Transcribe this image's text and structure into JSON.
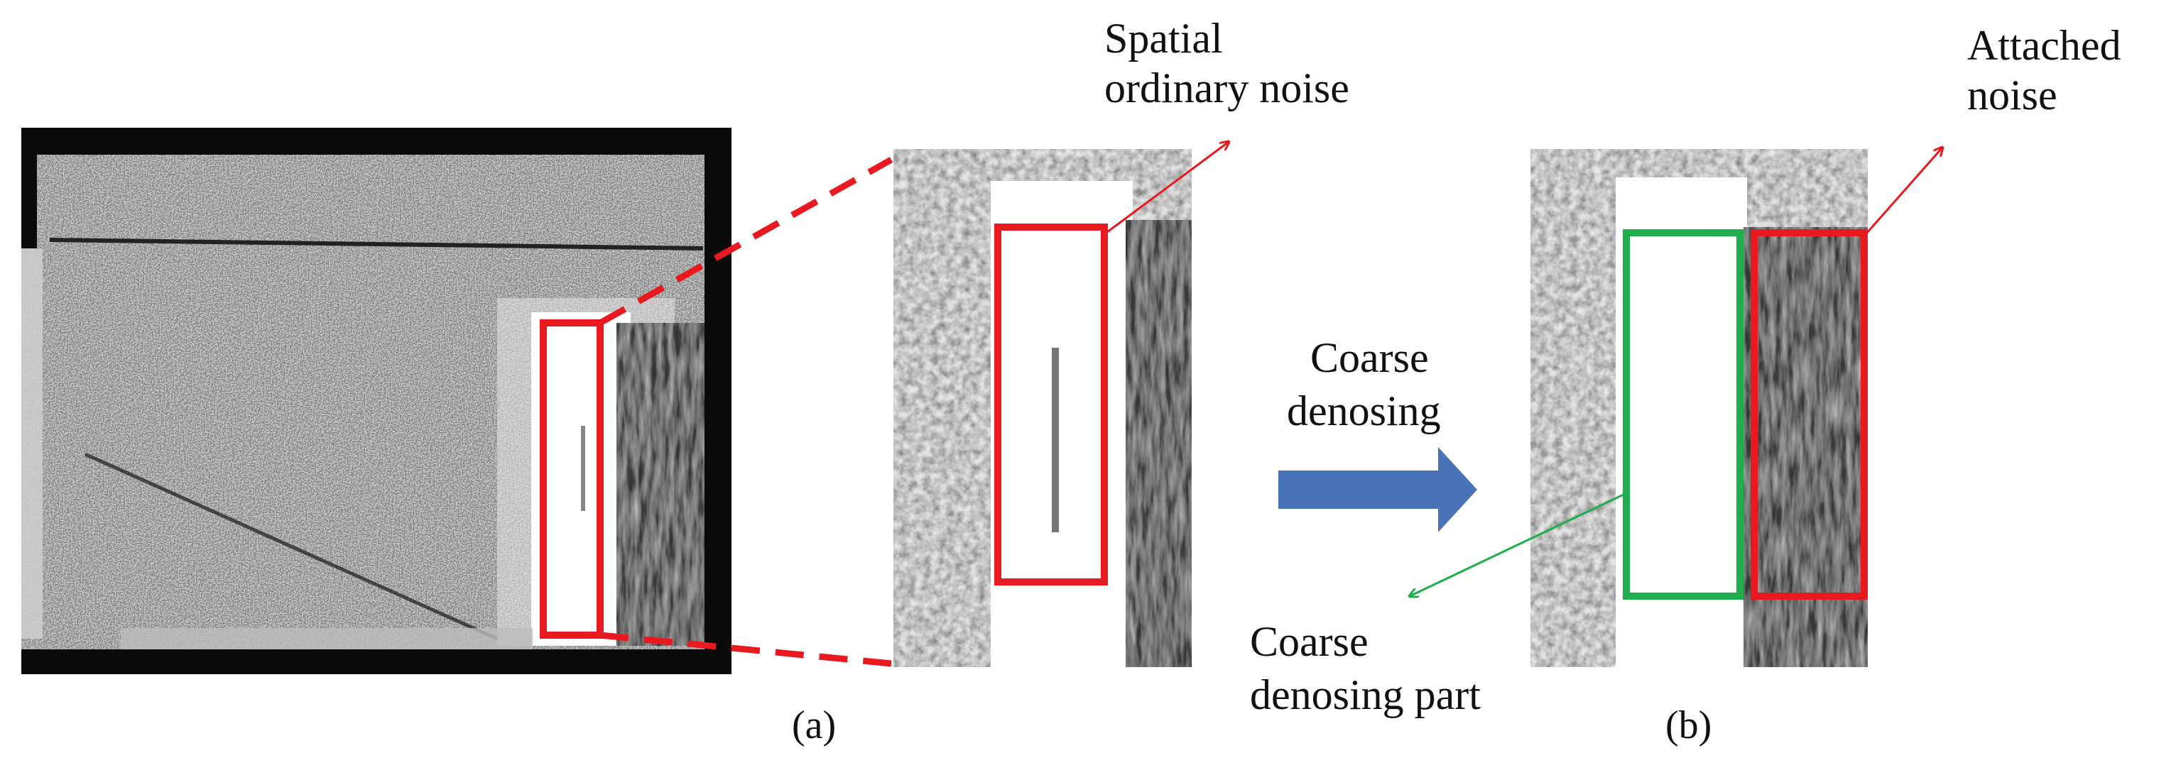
{
  "labels": {
    "spatial_noise": [
      "Spatial",
      "ordinary noise"
    ],
    "attached_noise": [
      "Attached",
      "noise"
    ],
    "coarse_denoising": [
      "Coarse",
      "denosing"
    ],
    "coarse_part": [
      "Coarse",
      "denosing part"
    ]
  },
  "panel_labels": {
    "a": "(a)",
    "b": "(b)"
  },
  "colors": {
    "highlight_red": "#e8191f",
    "highlight_green": "#1fae4b",
    "arrow_blue": "#4a72b8",
    "frame_black": "#0a0a0a"
  }
}
